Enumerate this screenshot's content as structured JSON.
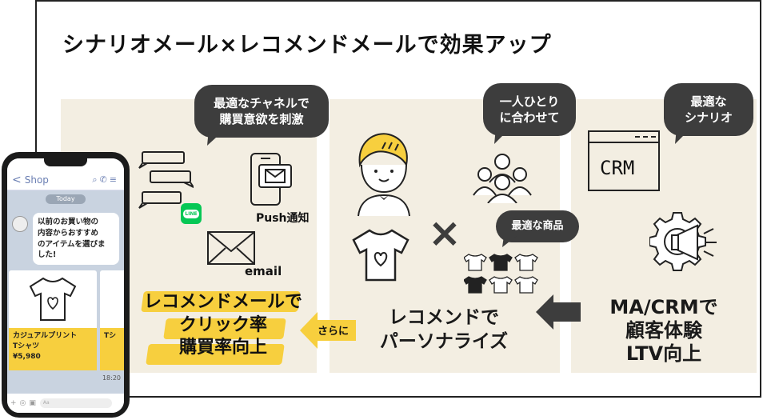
{
  "title": "シナリオメール×レコメンドメールで効果アップ",
  "bubbles": {
    "channel": [
      "最適なチャネルで",
      "購買意欲を刺激"
    ],
    "individual": [
      "一人ひとり",
      "に合わせて"
    ],
    "scenario": [
      "最適な",
      "シナリオ"
    ],
    "product": "最適な商品"
  },
  "labels": {
    "push": "Push通知",
    "email": "email",
    "crm": "CRM",
    "line": "LINE",
    "further": "さらに"
  },
  "results": {
    "left": [
      "レコメンドメールで",
      "クリック率",
      "購買率向上"
    ],
    "middle": [
      "レコメンドで",
      "パーソナライズ"
    ],
    "right": [
      "MA/CRMで",
      "顧客体験",
      "LTV向上"
    ]
  },
  "cross_symbol": "×",
  "phone": {
    "back": "<",
    "app_title": "Shop",
    "date_chip": "Today",
    "message": [
      "以前のお買い物の",
      "内容からおすすめ",
      "のアイテムを選びま",
      "した!"
    ],
    "card_name": [
      "カジュアルプリント",
      "Tシャツ"
    ],
    "card_price": "¥5,980",
    "card2_name": "Tシ",
    "time": "18:20",
    "input_placeholder": "Aa"
  },
  "colors": {
    "accent": "#f7cf3e",
    "dark": "#3d3d3d",
    "panel": "#f3eee2",
    "line_green": "#06c755"
  }
}
